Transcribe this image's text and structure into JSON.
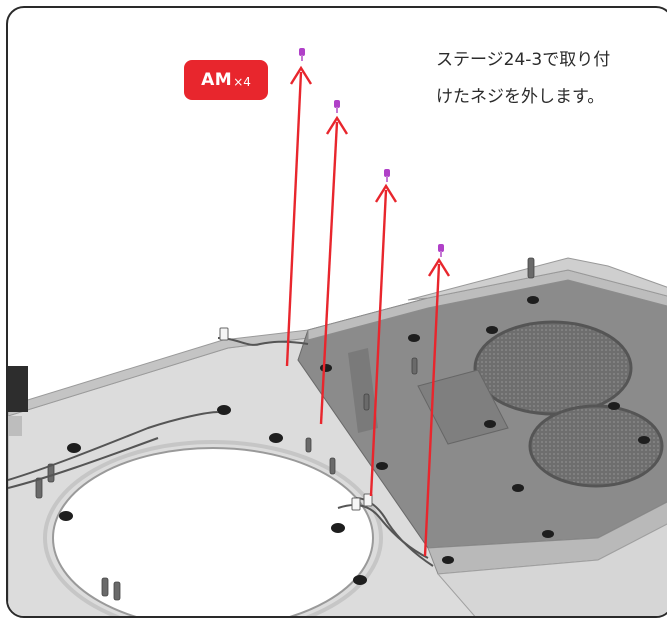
{
  "badge": {
    "code": "AM",
    "multiplier": "×4",
    "color": "#e8262d"
  },
  "instruction": {
    "line1": "ステージ24-3で取り付",
    "line2": "けたネジを外します。"
  },
  "screw_count": 4,
  "colors": {
    "arrow": "#e8262d",
    "screw": "#b040c8",
    "frame": "#2a2a2a",
    "plate_light": "#dedede",
    "plate_dark": "#8a8a8a"
  }
}
